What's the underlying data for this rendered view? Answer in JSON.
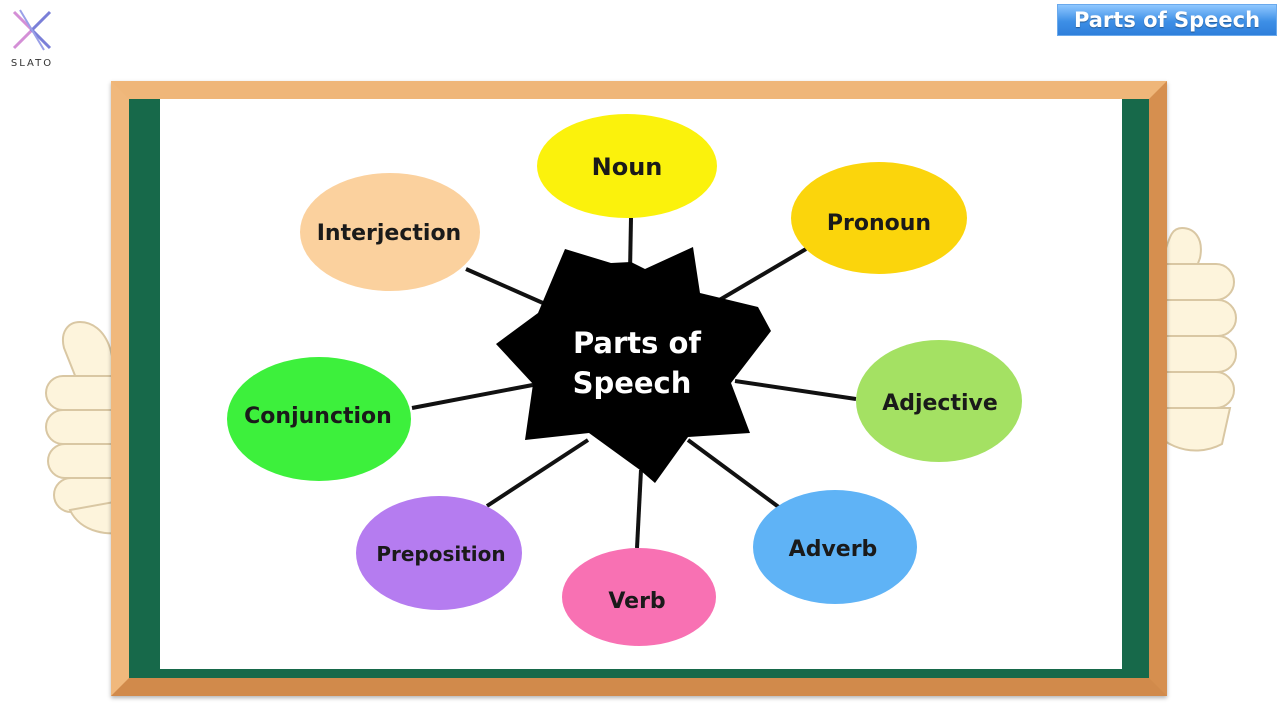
{
  "logo": {
    "text": "SLATO"
  },
  "header": {
    "title": "Parts of Speech"
  },
  "diagram": {
    "center": {
      "line1": "Parts of",
      "line2": "Speech"
    },
    "nodes": [
      {
        "label": "Noun",
        "color": "#fbf20c"
      },
      {
        "label": "Pronoun",
        "color": "#fbd50c"
      },
      {
        "label": "Adjective",
        "color": "#a4e163"
      },
      {
        "label": "Adverb",
        "color": "#5fb3f6"
      },
      {
        "label": "Verb",
        "color": "#f871b3"
      },
      {
        "label": "Preposition",
        "color": "#b57cf0"
      },
      {
        "label": "Conjunction",
        "color": "#3df03c"
      },
      {
        "label": "Interjection",
        "color": "#fbd19e"
      }
    ]
  }
}
